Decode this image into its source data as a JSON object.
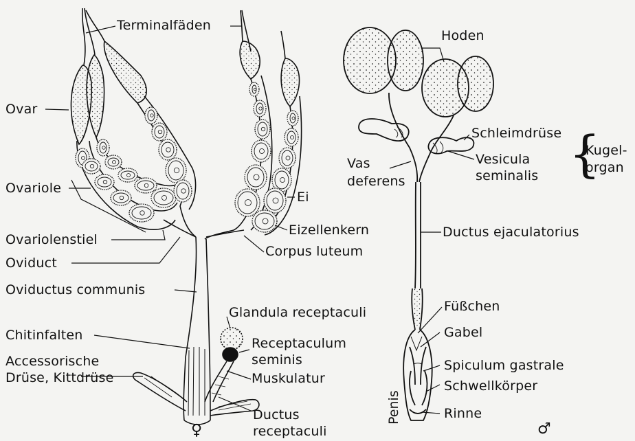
{
  "female": {
    "labels": {
      "terminalfaeden": "Terminalfäden",
      "ovar": "Ovar",
      "ovariole": "Ovariole",
      "ovariolenstiel": "Ovariolenstiel",
      "oviduct": "Oviduct",
      "oviductus_communis": "Oviductus communis",
      "chitinfalten": "Chitinfalten",
      "accessorische": "Accessorische",
      "druese_kittdruese": "Drüse, Kittdrüse",
      "ei": "Ei",
      "eizellenkern": "Eizellenkern",
      "corpus_luteum": "Corpus luteum",
      "glandula_receptaculi": "Glandula receptaculi",
      "receptaculum": "Receptaculum",
      "seminis": "seminis",
      "muskulatur": "Muskulatur",
      "ductus": "Ductus",
      "receptaculi": "receptaculi"
    },
    "symbol": "♀"
  },
  "male": {
    "labels": {
      "hoden": "Hoden",
      "schleimdruese": "Schleimdrüse",
      "kugelorgan_1": "Kugel-",
      "kugelorgan_2": "organ",
      "vas": "Vas",
      "deferens": "deferens",
      "vesicula": "Vesicula",
      "seminalis": "seminalis",
      "ductus_ejaculatorius": "Ductus ejaculatorius",
      "fuesschen": "Füßchen",
      "gabel": "Gabel",
      "spiculum_gastrale": "Spiculum gastrale",
      "schwellkoerper": "Schwellkörper",
      "rinne": "Rinne",
      "penis": "Penis"
    },
    "symbol": "♂"
  }
}
